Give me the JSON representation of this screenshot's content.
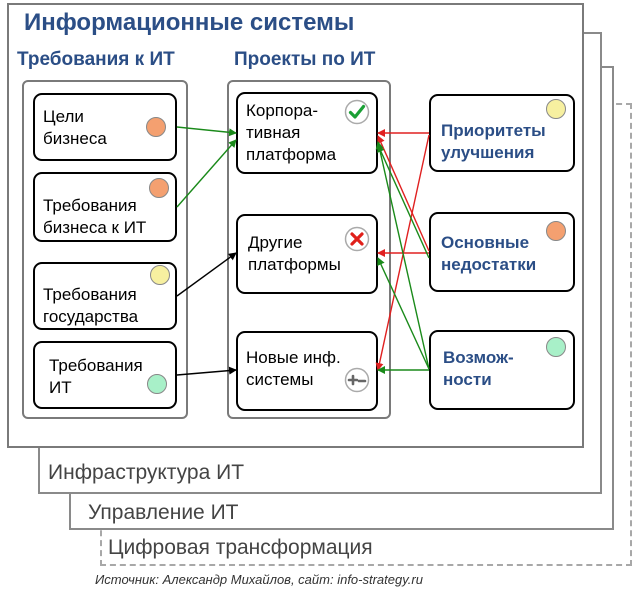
{
  "layers": {
    "digital": "Цифровая трансформация",
    "management": "Управление ИТ",
    "infrastructure": "Инфраструктура ИТ",
    "systems": "Информационные системы"
  },
  "columns": {
    "requirements": "Требования к ИТ",
    "projects": "Проекты по ИТ"
  },
  "requirements": [
    {
      "label": "Цели\nбизнеса",
      "color": "#f4a070"
    },
    {
      "label": "Требования\nбизнеса к ИТ",
      "color": "#f4a070"
    },
    {
      "label": "Требования\nгосударства",
      "color": "#f7f0a0"
    },
    {
      "label": "Требования\nИТ",
      "color": "#a8f0c8"
    }
  ],
  "projects": [
    {
      "label": "Корпора-\nтивная\nплатформа",
      "status": "check-icon"
    },
    {
      "label": "Другие\nплатформы",
      "status": "cross-icon"
    },
    {
      "label": "Новые инф.\nсистемы",
      "status": "plus-minus-icon"
    }
  ],
  "drivers": [
    {
      "label": "Приоритеты\nулучшения",
      "color": "#f7f0a0"
    },
    {
      "label": "Основные\nнедостатки",
      "color": "#f4a070"
    },
    {
      "label": "Возмож-\nности",
      "color": "#a8f0c8"
    }
  ],
  "colors": {
    "title": "#2b4e86",
    "edge_green": "#1a8a1a",
    "edge_red": "#e02020",
    "edge_black": "#000000"
  },
  "source_note": "Источник: Александр Михайлов, сайт: info-strategy.ru"
}
